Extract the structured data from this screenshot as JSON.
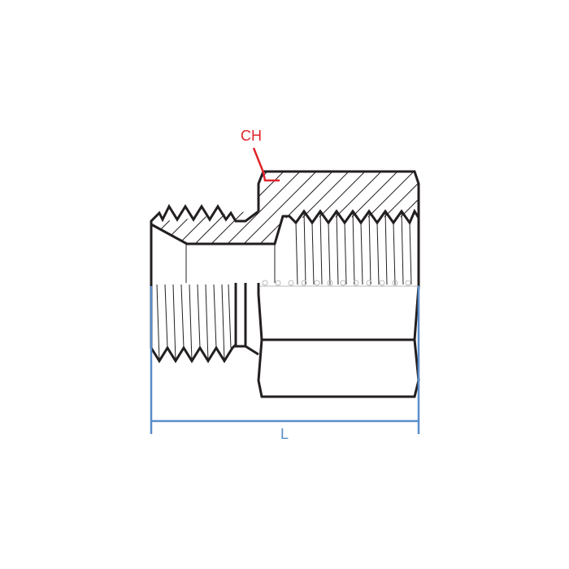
{
  "diagram": {
    "type": "technical-drawing",
    "subject": "pipe thread reducer adapter (male to female), half-section view",
    "labels": {
      "hex": "CH",
      "length": "L"
    },
    "colors": {
      "outline": "#231f20",
      "hex_label": "#e0242b",
      "dimension": "#5b8ec9",
      "background": "#ffffff"
    }
  }
}
